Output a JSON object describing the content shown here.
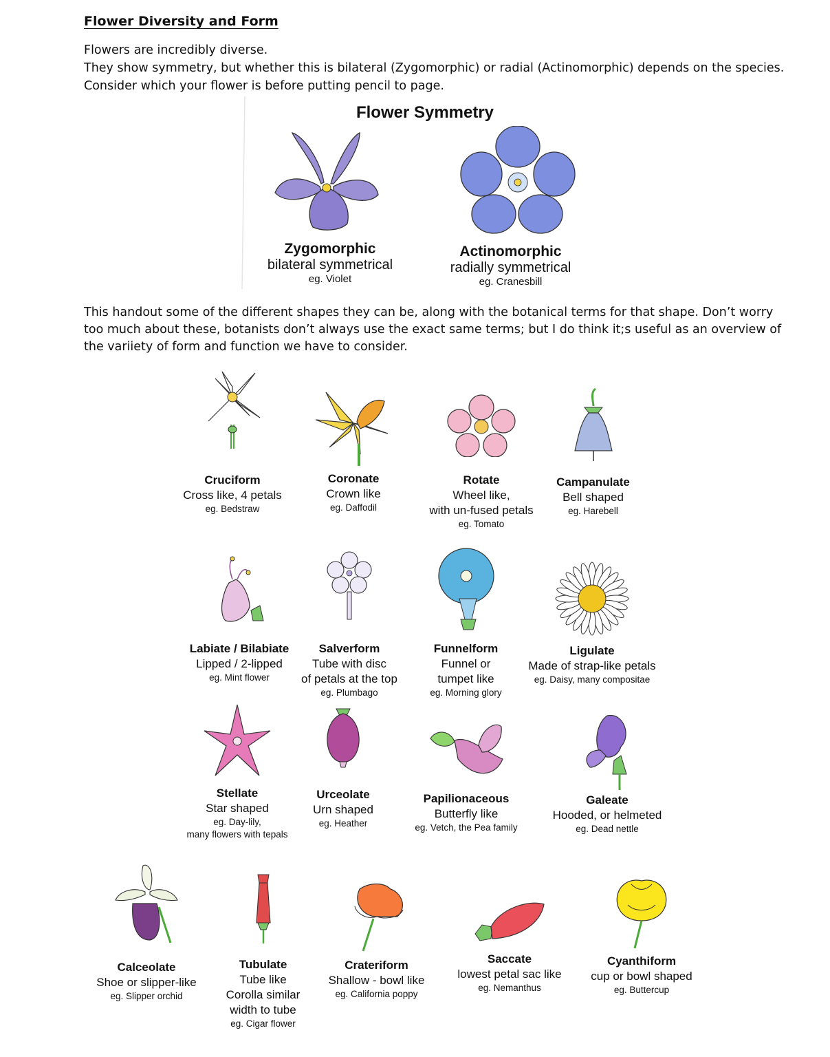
{
  "header": {
    "title": "Flower Diversity and Form"
  },
  "intro": [
    "Flowers are incredibly diverse.",
    "They show symmetry, but whether this is bilateral (Zygomorphic) or radial (Actinomorphic) depends on the species.",
    "Consider which your flower is before putting pencil to page."
  ],
  "symmetry": {
    "title": "Flower Symmetry",
    "zygo": {
      "name": "Zygomorphic",
      "desc": "bilateral symmetrical",
      "example": "eg. Violet"
    },
    "actino": {
      "name": "Actinomorphic",
      "desc": "radially symmetrical",
      "example": "eg. Cranesbill"
    }
  },
  "paragraph": [
    "This handout some of the different shapes they can be, along with the botanical terms for that shape.  Don’t worry",
    "too much about these, botanists don’t always use the exact same terms; but I do think it;s useful as an overview of",
    "the variiety of form and function we have to consider."
  ],
  "shapes": {
    "cruciform": {
      "name": "Cruciform",
      "desc": [
        "Cross like, 4 petals"
      ],
      "example": [
        "eg. Bedstraw"
      ]
    },
    "coronate": {
      "name": "Coronate",
      "desc": [
        "Crown like"
      ],
      "example": [
        "eg. Daffodil"
      ]
    },
    "rotate": {
      "name": "Rotate",
      "desc": [
        "Wheel like,",
        "with un-fused petals"
      ],
      "example": [
        "eg. Tomato"
      ]
    },
    "campanulate": {
      "name": "Campanulate",
      "desc": [
        "Bell shaped"
      ],
      "example": [
        "eg. Harebell"
      ]
    },
    "labiate": {
      "name": "Labiate / Bilabiate",
      "desc": [
        "Lipped / 2-lipped"
      ],
      "example": [
        "eg. Mint flower"
      ]
    },
    "salverform": {
      "name": "Salverform",
      "desc": [
        "Tube with disc",
        "of petals at the top"
      ],
      "example": [
        "eg. Plumbago"
      ]
    },
    "funnelform": {
      "name": "Funnelform",
      "desc": [
        "Funnel or",
        "tumpet like"
      ],
      "example": [
        "eg. Morning glory"
      ]
    },
    "ligulate": {
      "name": "Ligulate",
      "desc": [
        "Made of strap-like petals"
      ],
      "example": [
        "eg. Daisy, many compositae"
      ]
    },
    "stellate": {
      "name": "Stellate",
      "desc": [
        "Star shaped"
      ],
      "example": [
        "eg. Day-lily,",
        "many flowers with tepals"
      ]
    },
    "urceolate": {
      "name": "Urceolate",
      "desc": [
        "Urn shaped"
      ],
      "example": [
        "eg. Heather"
      ]
    },
    "papilionaceous": {
      "name": "Papilionaceous",
      "desc": [
        "Butterfly like"
      ],
      "example": [
        "eg. Vetch, the Pea family"
      ]
    },
    "galeate": {
      "name": "Galeate",
      "desc": [
        "Hooded, or helmeted"
      ],
      "example": [
        "eg. Dead nettle"
      ]
    },
    "calceolate": {
      "name": "Calceolate",
      "desc": [
        "Shoe or slipper-like"
      ],
      "example": [
        "eg. Slipper orchid"
      ]
    },
    "tubulate": {
      "name": "Tubulate",
      "desc": [
        "Tube like",
        "Corolla similar",
        "width to tube"
      ],
      "example": [
        "eg. Cigar flower"
      ]
    },
    "crateriform": {
      "name": "Crateriform",
      "desc": [
        "Shallow - bowl like"
      ],
      "example": [
        "eg. California poppy"
      ]
    },
    "saccate": {
      "name": "Saccate",
      "desc": [
        "lowest petal sac like"
      ],
      "example": [
        "eg. Nemanthus"
      ]
    },
    "cyanthiform": {
      "name": "Cyanthiform",
      "desc": [
        "cup or bowl shaped"
      ],
      "example": [
        "eg. Buttercup"
      ]
    }
  },
  "colors": {
    "violet": "#9b8fd6",
    "cranesbill": "#7f8fe0",
    "daffodil": "#f5d84a",
    "rotate_pink": "#f4b8cc",
    "harebell": "#a9b9e2",
    "labiate_pink": "#e8c3e2",
    "salver": "#eeeaf8",
    "morning_glory": "#5ab3df",
    "stellate_pink": "#e77ab8",
    "heather": "#b04c9a",
    "vetch": "#d88ac2",
    "galeate": "#8f6ccf",
    "orchid": "#7a3f88",
    "cigar": "#e24b4b",
    "poppy": "#f57a3c",
    "saccate": "#e9505a",
    "buttercup": "#fbe51c",
    "stem": "#4caa3a"
  }
}
